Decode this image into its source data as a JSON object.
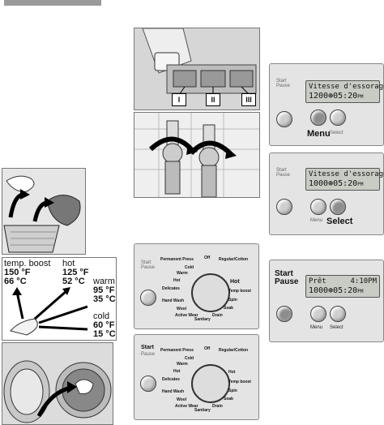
{
  "dispenser": {
    "compartments": [
      "I",
      "II",
      "III"
    ]
  },
  "panels": {
    "spin": {
      "start_label": [
        "Start",
        "Pause"
      ],
      "lcd_line1": "Vitesse d'essorage",
      "lcd_line2": "1200⊛05:20",
      "lcd_pm": "PM",
      "menu": "Menu",
      "select": "Select"
    },
    "spin2": {
      "start_label": [
        "Start",
        "Pause"
      ],
      "lcd_line1": "Vitesse d'essorage",
      "lcd_line2": "1000⊛05:20",
      "lcd_pm": "PM",
      "menu": "Menu",
      "select": "Select"
    },
    "ready": {
      "start_label": [
        "Start",
        "Pause"
      ],
      "lcd_line1": "Prêt",
      "lcd_time": "4:10PM",
      "lcd_line2": "1000⊛05:20",
      "lcd_pm": "PM",
      "menu": "Menu",
      "select": "Select"
    }
  },
  "dial": {
    "labels": [
      "Permanent Press",
      "Off",
      "Regular/Cotton",
      "Cold",
      "Warm",
      "Hot",
      "Hot",
      "Temp boost",
      "Delicates",
      "Hand Wash",
      "Wool",
      "Active Wear",
      "Sanitary",
      "Drain",
      "Soak",
      "Spin"
    ],
    "upper_start": [
      "Start",
      "Pause"
    ],
    "lower_start": [
      "Start",
      "Pause"
    ]
  },
  "temps": {
    "boost_label": "temp. boost",
    "boost_f": "150 °F",
    "boost_c": "66 °C",
    "hot_label": "hot",
    "hot_f": "125 °F",
    "hot_c": "52 °C",
    "warm_label": "warm",
    "warm_f": "95 °F",
    "warm_c": "35 °C",
    "cold_label": "cold",
    "cold_f": "60 °F",
    "cold_c": "15 °C"
  },
  "icons": [
    "detergent-dispenser-icon",
    "water-tap-icon",
    "laundry-basket-icon",
    "washer-door-icon",
    "arrow-icon"
  ]
}
